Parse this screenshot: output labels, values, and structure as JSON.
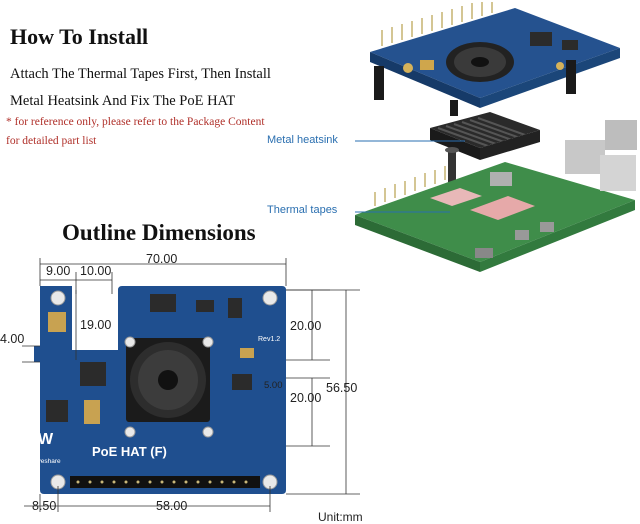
{
  "install": {
    "title": "How To Install",
    "line1": "Attach The Thermal Tapes First, Then Install",
    "line2": "Metal Heatsink And Fix The PoE HAT",
    "note1": "* for reference only, please refer to the Package Content",
    "note2": "for detailed part list",
    "callout_heatsink": "Metal heatsink",
    "callout_tapes": "Thermal tapes"
  },
  "outline": {
    "title": "Outline Dimensions",
    "dims": {
      "width_total": "70.00",
      "offset_9": "9.00",
      "offset_10": "10.00",
      "vertical_19": "19.00",
      "left_4": "4.00",
      "right_20_top": "20.00",
      "right_20_bottom": "20.00",
      "right_5": "5.00",
      "height_total": "56.50",
      "bottom_8_5": "8.50",
      "bottom_58": "58.00"
    },
    "unit": "Unit:mm",
    "board_label": "PoE HAT (F)",
    "brand": "Waveshare",
    "rev": "Rev1.2"
  },
  "colors": {
    "pcb": "#1f4f8f",
    "pcb_dark": "#173d70",
    "raspberry_green": "#3f8d4a",
    "callout_blue": "#2a6fb0"
  }
}
